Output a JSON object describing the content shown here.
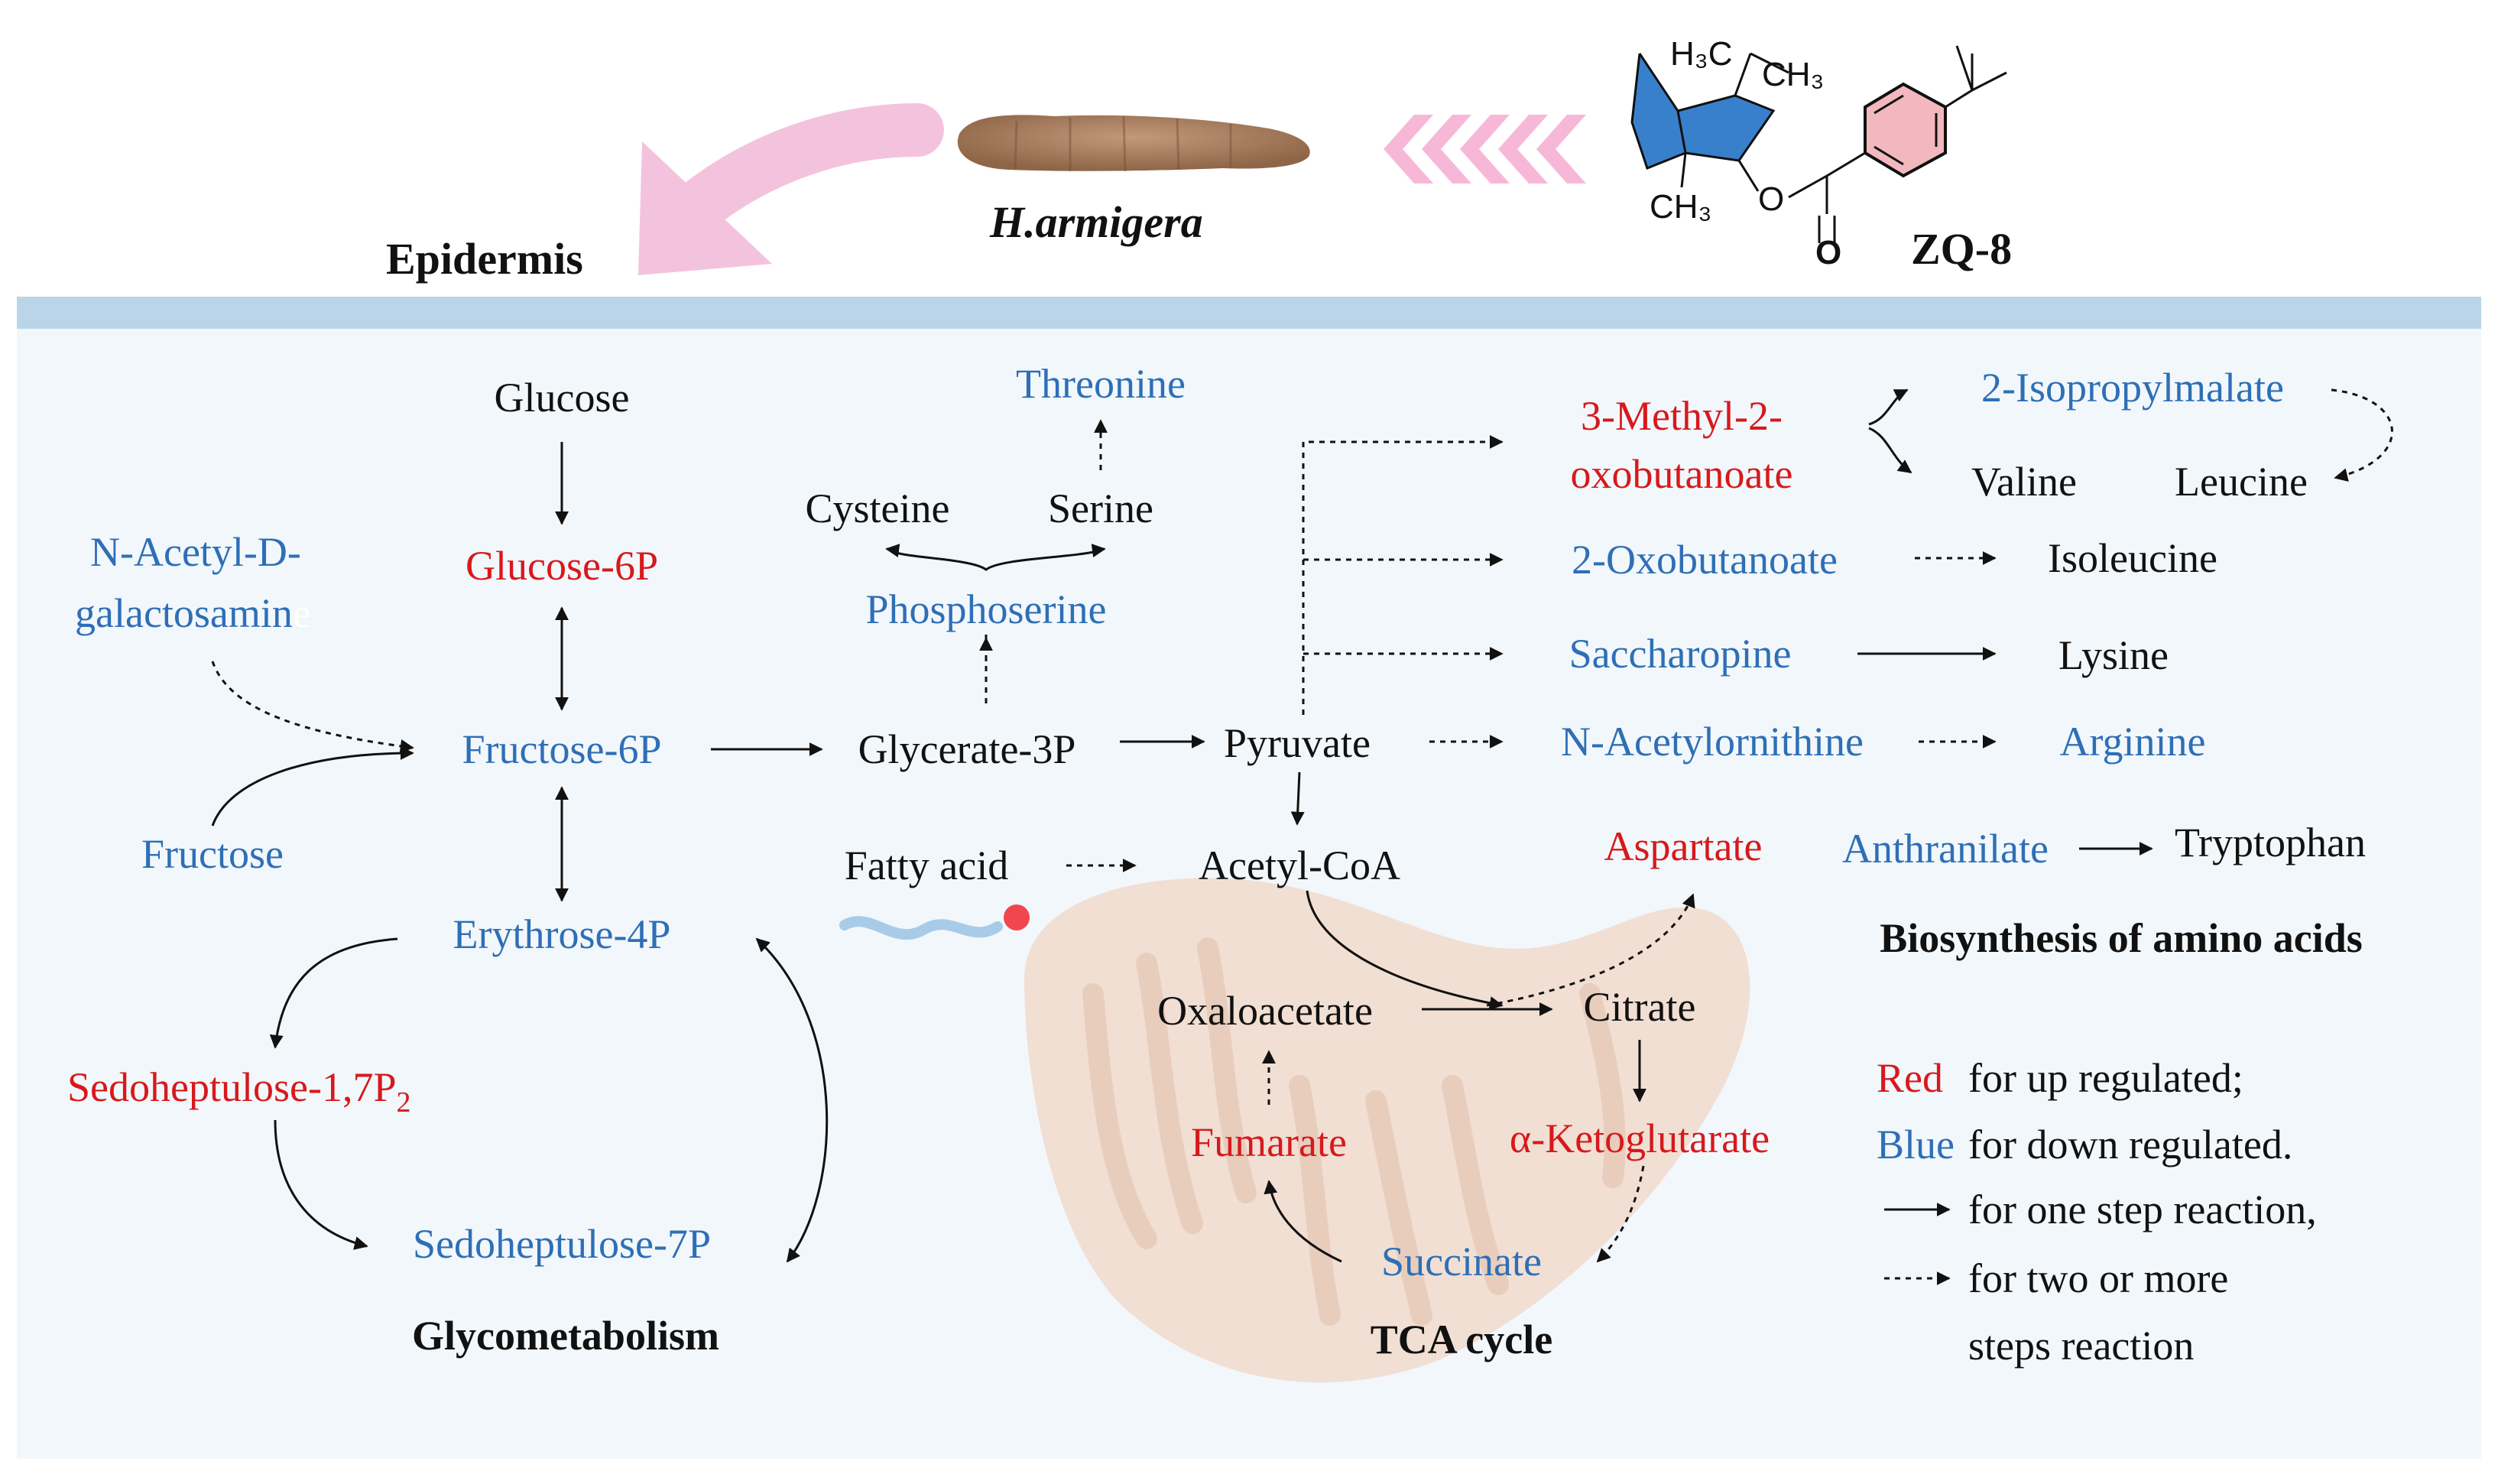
{
  "header": {
    "compound_label": "ZQ-8",
    "organism_label": "H.armigera",
    "tissue_label": "Epidermis",
    "structure_labels": {
      "h3c": "H₃C",
      "ch3_top": "CH₃",
      "ch3_bottom": "CH₃",
      "o_ester": "O",
      "o_carbonyl": "O"
    }
  },
  "glycometabolism": {
    "section_title": "Glycometabolism",
    "glucose": "Glucose",
    "glucose_6p": "Glucose-6P",
    "n_acetyl_line1": "N-Acetyl-D-",
    "n_acetyl_line2": "galactosamin",
    "n_acetyl_tail": "e",
    "fructose_6p": "Fructose-6P",
    "fructose": "Fructose",
    "erythrose_4p": "Erythrose-4P",
    "sedoheptulose_17p2": "Sedoheptulose-1,7P",
    "sedoheptulose_17p2_sub": "2",
    "sedoheptulose_7p": "Sedoheptulose-7P"
  },
  "amino_acids": {
    "section_title": "Biosynthesis of amino acids",
    "threonine": "Threonine",
    "cysteine": "Cysteine",
    "serine": "Serine",
    "phosphoserine": "Phosphoserine",
    "glycerate_3p": "Glycerate-3P",
    "pyruvate": "Pyruvate",
    "fatty_acid": "Fatty acid",
    "acetyl_coa": "Acetyl-CoA",
    "methyl_oxo_line1": "3-Methyl-2-",
    "methyl_oxo_line2": "oxobutanoate",
    "isopropylmalate": "2-Isopropylmalate",
    "valine": "Valine",
    "leucine": "Leucine",
    "oxobutanoate": "2-Oxobutanoate",
    "isoleucine": "Isoleucine",
    "saccharopine": "Saccharopine",
    "lysine": "Lysine",
    "n_acetylornithine": "N-Acetylornithine",
    "arginine": "Arginine",
    "aspartate": "Aspartate",
    "anthranilate": "Anthranilate",
    "tryptophan": "Tryptophan"
  },
  "tca": {
    "section_title": "TCA cycle",
    "oxaloacetate": "Oxaloacetate",
    "citrate": "Citrate",
    "fumarate": "Fumarate",
    "ketoglutarate": "α-Ketoglutarate",
    "succinate": "Succinate"
  },
  "legend": {
    "red_word": "Red",
    "red_text": "for up regulated;",
    "blue_word": "Blue",
    "blue_text": "for down regulated.",
    "solid_text": "for one step reaction,",
    "dashed_text": "for two or more",
    "steps_text": "steps reaction"
  },
  "colors": {
    "up_regulated": "#d7191c",
    "down_regulated": "#2e6fb6",
    "band": "#b9d5e7",
    "panel": "#f2f7fb",
    "mitochondrion": "#f1dfd4",
    "arrow_pink": "#f3c3de",
    "larva": "#a47a5c",
    "ring_blue": "#2e79c9",
    "ring_pink": "#f2b8bd"
  }
}
